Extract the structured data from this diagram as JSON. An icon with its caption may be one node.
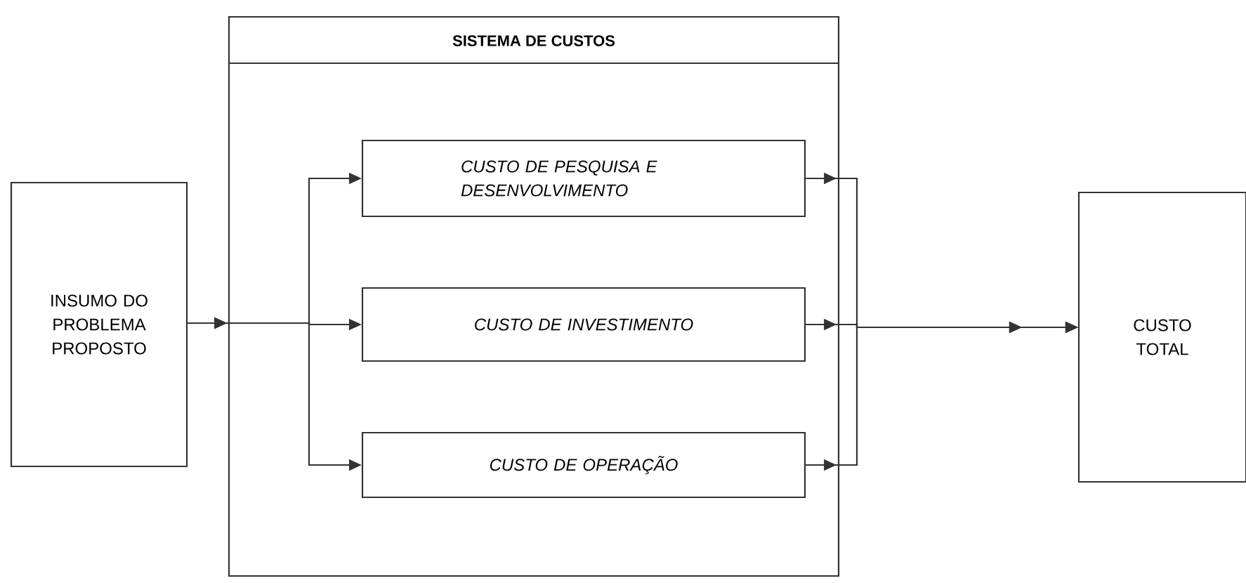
{
  "diagram": {
    "nodes": [
      {
        "text": [
          "INSUMO DO PROBLEMA PROPOSTO"
        ]
      },
      {
        "text": [
          "SISTEMA DE CUSTOS"
        ]
      },
      {
        "text": [
          "CUSTO DE PESQUISA E DESENVOLVIMENTO"
        ],
        "in": 1
      },
      {
        "text": [
          "CUSTO DE INVESTIMENTO"
        ],
        "in": 1
      },
      {
        "text": [
          "CUSTO DE OPERAÇÃO"
        ],
        "in": 1
      },
      {
        "text": [
          "CUSTO TOTAL"
        ]
      }
    ],
    "edges": [
      {
        "from": 0,
        "to": 2,
        "arrow": "to"
      },
      {
        "from": 0,
        "to": 3,
        "arrow": "to"
      },
      {
        "from": 0,
        "to": 4,
        "arrow": "to"
      },
      {
        "from": 2,
        "to": 5,
        "arrow": "to"
      },
      {
        "from": 3,
        "to": 5,
        "arrow": "to"
      },
      {
        "from": 4,
        "to": 5,
        "arrow": "to"
      }
    ]
  }
}
